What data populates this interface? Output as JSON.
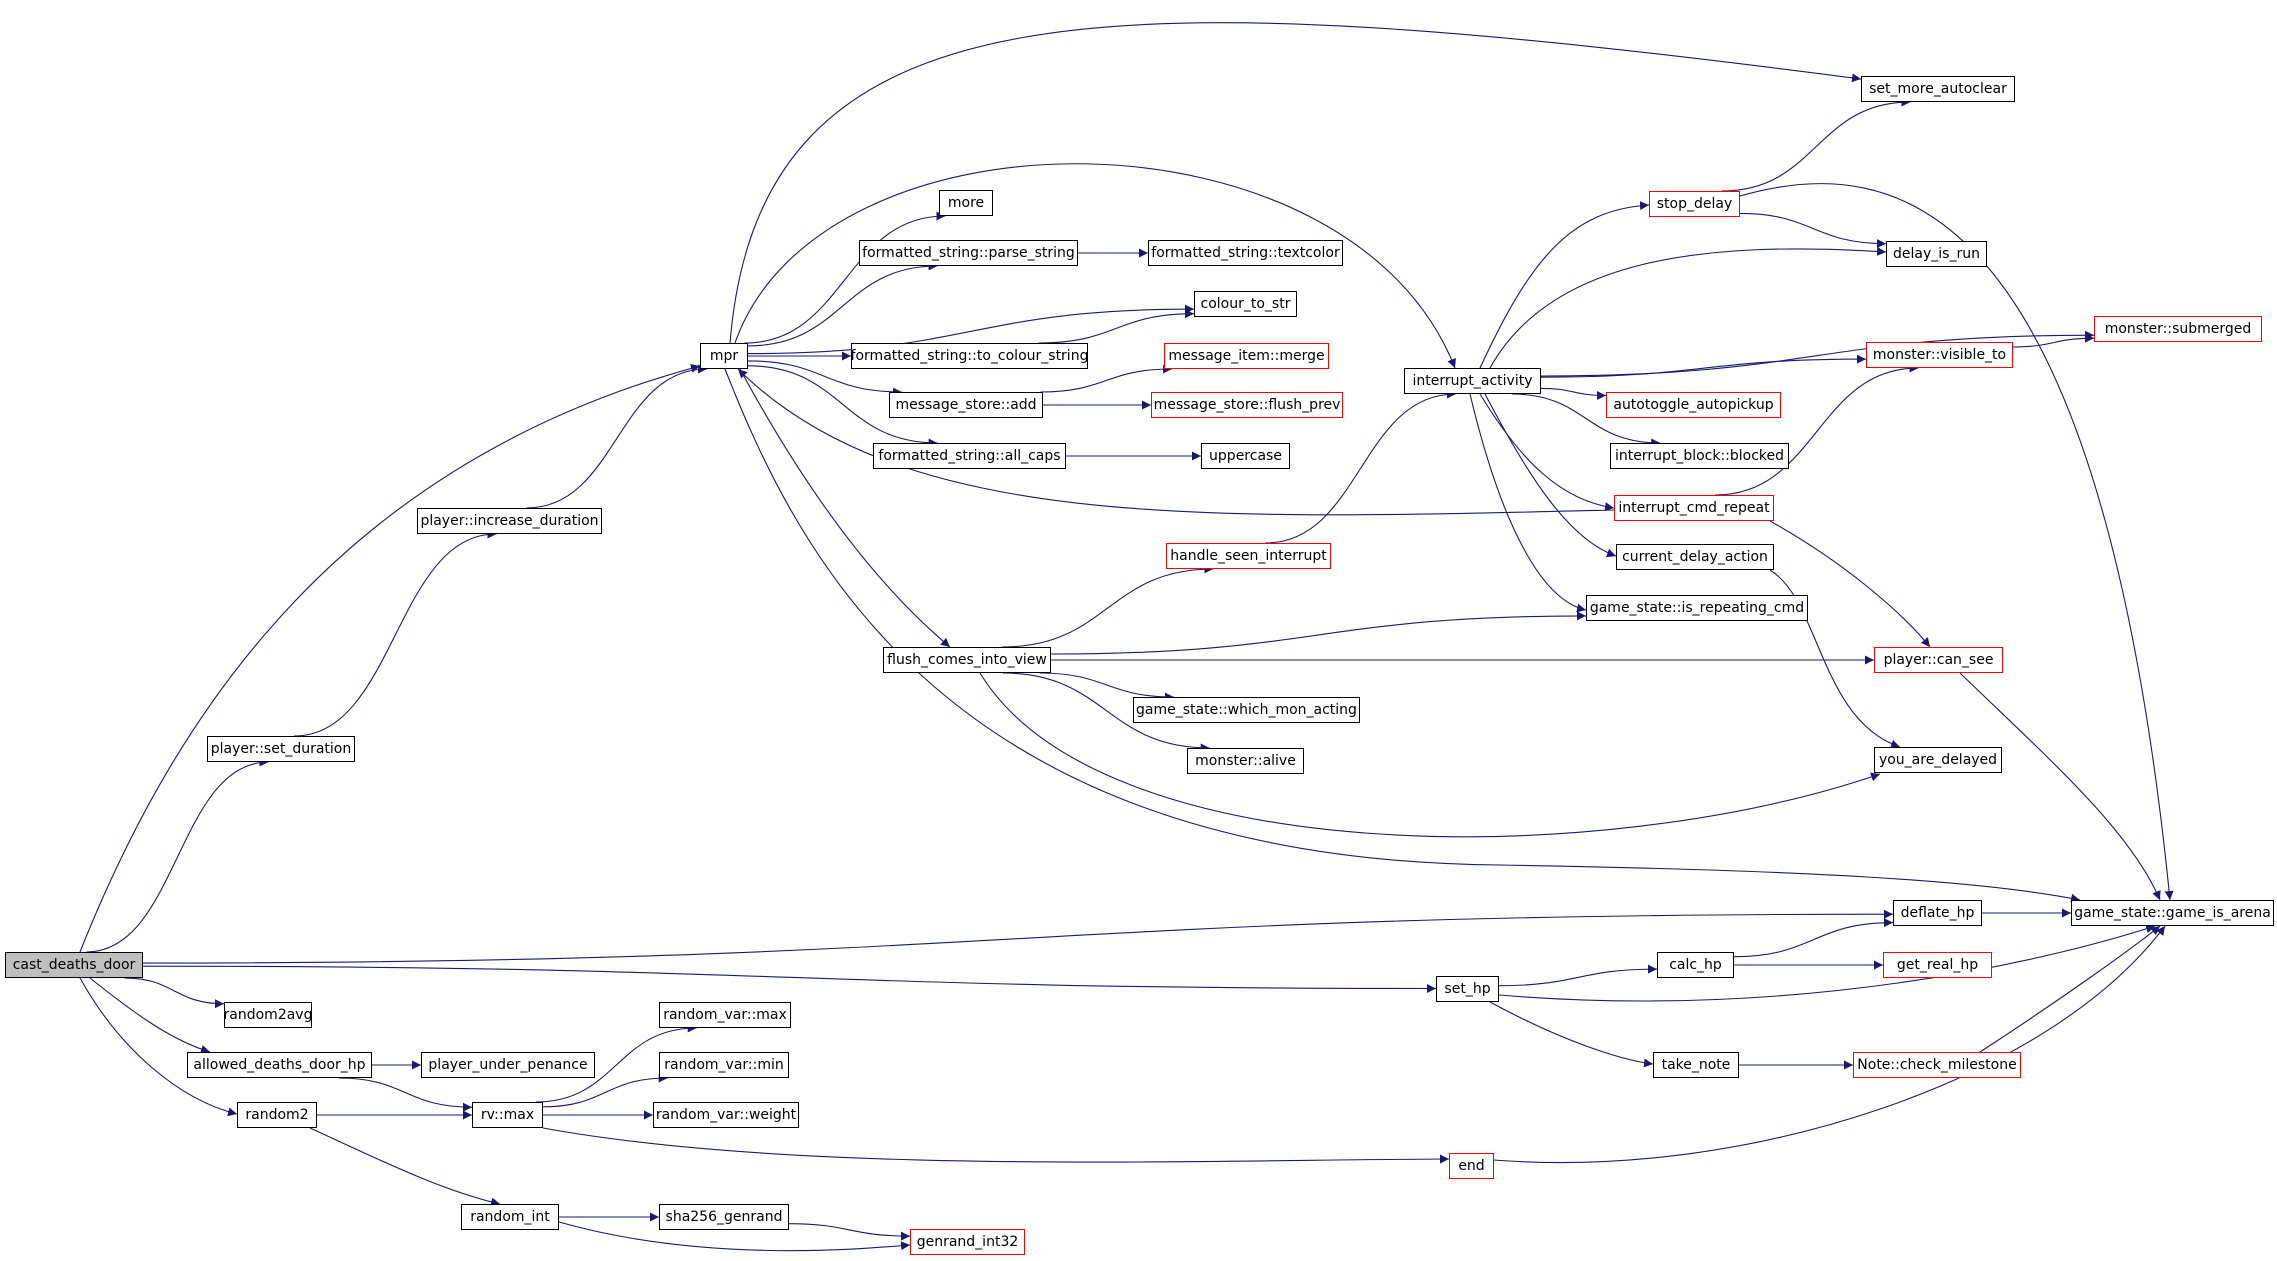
{
  "colors": {
    "edge": "#191970",
    "node_border": "#000000",
    "truncated_border": "#ff0000",
    "root_fill": "#bfbfbf",
    "background": "#ffffff"
  },
  "nodes": [
    {
      "id": "cast_deaths_door",
      "label": "cast_deaths_door",
      "style": "root"
    },
    {
      "id": "mpr",
      "label": "mpr",
      "style": "normal"
    },
    {
      "id": "player_increase_duration",
      "label": "player::increase_duration",
      "style": "normal"
    },
    {
      "id": "player_set_duration",
      "label": "player::set_duration",
      "style": "normal"
    },
    {
      "id": "random2avg",
      "label": "random2avg",
      "style": "normal"
    },
    {
      "id": "allowed_deaths_door_hp",
      "label": "allowed_deaths_door_hp",
      "style": "normal"
    },
    {
      "id": "random2",
      "label": "random2",
      "style": "normal"
    },
    {
      "id": "player_under_penance",
      "label": "player_under_penance",
      "style": "normal"
    },
    {
      "id": "rv_max",
      "label": "rv::max",
      "style": "normal"
    },
    {
      "id": "random_var_max",
      "label": "random_var::max",
      "style": "normal"
    },
    {
      "id": "random_var_min",
      "label": "random_var::min",
      "style": "normal"
    },
    {
      "id": "random_var_weight",
      "label": "random_var::weight",
      "style": "normal"
    },
    {
      "id": "random_int",
      "label": "random_int",
      "style": "normal"
    },
    {
      "id": "sha256_genrand",
      "label": "sha256_genrand",
      "style": "normal"
    },
    {
      "id": "genrand_int32",
      "label": "genrand_int32",
      "style": "truncated"
    },
    {
      "id": "more",
      "label": "more",
      "style": "normal"
    },
    {
      "id": "fs_parse_string",
      "label": "formatted_string::parse_string",
      "style": "normal"
    },
    {
      "id": "fs_textcolor",
      "label": "formatted_string::textcolor",
      "style": "normal"
    },
    {
      "id": "colour_to_str",
      "label": "colour_to_str",
      "style": "normal"
    },
    {
      "id": "fs_to_colour_string",
      "label": "formatted_string::to_colour_string",
      "style": "normal"
    },
    {
      "id": "message_item_merge",
      "label": "message_item::merge",
      "style": "truncated"
    },
    {
      "id": "message_store_add",
      "label": "message_store::add",
      "style": "normal"
    },
    {
      "id": "message_store_flush_prev",
      "label": "message_store::flush_prev",
      "style": "truncated"
    },
    {
      "id": "fs_all_caps",
      "label": "formatted_string::all_caps",
      "style": "normal"
    },
    {
      "id": "uppercase",
      "label": "uppercase",
      "style": "normal"
    },
    {
      "id": "handle_seen_interrupt",
      "label": "handle_seen_interrupt",
      "style": "truncated"
    },
    {
      "id": "flush_comes_into_view",
      "label": "flush_comes_into_view",
      "style": "normal"
    },
    {
      "id": "gs_which_mon_acting",
      "label": "game_state::which_mon_acting",
      "style": "normal"
    },
    {
      "id": "monster_alive",
      "label": "monster::alive",
      "style": "normal"
    },
    {
      "id": "interrupt_activity",
      "label": "interrupt_activity",
      "style": "normal"
    },
    {
      "id": "set_more_autoclear",
      "label": "set_more_autoclear",
      "style": "normal"
    },
    {
      "id": "stop_delay",
      "label": "stop_delay",
      "style": "truncated"
    },
    {
      "id": "delay_is_run",
      "label": "delay_is_run",
      "style": "normal"
    },
    {
      "id": "monster_submerged",
      "label": "monster::submerged",
      "style": "truncated"
    },
    {
      "id": "monster_visible_to",
      "label": "monster::visible_to",
      "style": "truncated"
    },
    {
      "id": "autotoggle_autopickup",
      "label": "autotoggle_autopickup",
      "style": "truncated"
    },
    {
      "id": "interrupt_block_blocked",
      "label": "interrupt_block::blocked",
      "style": "normal"
    },
    {
      "id": "interrupt_cmd_repeat",
      "label": "interrupt_cmd_repeat",
      "style": "truncated"
    },
    {
      "id": "current_delay_action",
      "label": "current_delay_action",
      "style": "normal"
    },
    {
      "id": "gs_is_repeating_cmd",
      "label": "game_state::is_repeating_cmd",
      "style": "normal"
    },
    {
      "id": "player_can_see",
      "label": "player::can_see",
      "style": "truncated"
    },
    {
      "id": "you_are_delayed",
      "label": "you_are_delayed",
      "style": "normal"
    },
    {
      "id": "deflate_hp",
      "label": "deflate_hp",
      "style": "normal"
    },
    {
      "id": "gs_game_is_arena",
      "label": "game_state::game_is_arena",
      "style": "normal"
    },
    {
      "id": "set_hp",
      "label": "set_hp",
      "style": "normal"
    },
    {
      "id": "calc_hp",
      "label": "calc_hp",
      "style": "normal"
    },
    {
      "id": "get_real_hp",
      "label": "get_real_hp",
      "style": "truncated"
    },
    {
      "id": "take_note",
      "label": "take_note",
      "style": "normal"
    },
    {
      "id": "note_check_milestone",
      "label": "Note::check_milestone",
      "style": "truncated"
    },
    {
      "id": "end",
      "label": "end",
      "style": "truncated"
    }
  ],
  "edges": [
    [
      "cast_deaths_door",
      "mpr"
    ],
    [
      "cast_deaths_door",
      "player_set_duration"
    ],
    [
      "cast_deaths_door",
      "random2avg"
    ],
    [
      "cast_deaths_door",
      "allowed_deaths_door_hp"
    ],
    [
      "cast_deaths_door",
      "random2"
    ],
    [
      "cast_deaths_door",
      "deflate_hp"
    ],
    [
      "cast_deaths_door",
      "set_hp"
    ],
    [
      "player_set_duration",
      "player_increase_duration"
    ],
    [
      "player_increase_duration",
      "mpr"
    ],
    [
      "allowed_deaths_door_hp",
      "player_under_penance"
    ],
    [
      "allowed_deaths_door_hp",
      "rv_max"
    ],
    [
      "random2",
      "rv_max"
    ],
    [
      "random2",
      "random_int"
    ],
    [
      "rv_max",
      "random_var_max"
    ],
    [
      "rv_max",
      "random_var_min"
    ],
    [
      "rv_max",
      "random_var_weight"
    ],
    [
      "rv_max",
      "end"
    ],
    [
      "random_int",
      "sha256_genrand"
    ],
    [
      "random_int",
      "genrand_int32"
    ],
    [
      "sha256_genrand",
      "genrand_int32"
    ],
    [
      "mpr",
      "more"
    ],
    [
      "mpr",
      "fs_parse_string"
    ],
    [
      "mpr",
      "colour_to_str"
    ],
    [
      "mpr",
      "fs_to_colour_string"
    ],
    [
      "mpr",
      "message_store_add"
    ],
    [
      "mpr",
      "fs_all_caps"
    ],
    [
      "mpr",
      "flush_comes_into_view"
    ],
    [
      "mpr",
      "interrupt_activity"
    ],
    [
      "mpr",
      "set_more_autoclear"
    ],
    [
      "mpr",
      "gs_game_is_arena"
    ],
    [
      "fs_parse_string",
      "fs_textcolor"
    ],
    [
      "fs_to_colour_string",
      "colour_to_str"
    ],
    [
      "message_store_add",
      "message_item_merge"
    ],
    [
      "message_store_add",
      "message_store_flush_prev"
    ],
    [
      "fs_all_caps",
      "uppercase"
    ],
    [
      "flush_comes_into_view",
      "handle_seen_interrupt"
    ],
    [
      "flush_comes_into_view",
      "gs_is_repeating_cmd"
    ],
    [
      "flush_comes_into_view",
      "player_can_see"
    ],
    [
      "flush_comes_into_view",
      "gs_which_mon_acting"
    ],
    [
      "flush_comes_into_view",
      "monster_alive"
    ],
    [
      "flush_comes_into_view",
      "you_are_delayed"
    ],
    [
      "handle_seen_interrupt",
      "interrupt_activity"
    ],
    [
      "interrupt_activity",
      "stop_delay"
    ],
    [
      "interrupt_activity",
      "delay_is_run"
    ],
    [
      "interrupt_activity",
      "monster_submerged"
    ],
    [
      "interrupt_activity",
      "monster_visible_to"
    ],
    [
      "interrupt_activity",
      "autotoggle_autopickup"
    ],
    [
      "interrupt_activity",
      "interrupt_block_blocked"
    ],
    [
      "interrupt_activity",
      "interrupt_cmd_repeat"
    ],
    [
      "interrupt_activity",
      "current_delay_action"
    ],
    [
      "interrupt_activity",
      "gs_is_repeating_cmd"
    ],
    [
      "interrupt_cmd_repeat",
      "mpr"
    ],
    [
      "interrupt_cmd_repeat",
      "monster_visible_to"
    ],
    [
      "interrupt_cmd_repeat",
      "player_can_see"
    ],
    [
      "stop_delay",
      "set_more_autoclear"
    ],
    [
      "stop_delay",
      "delay_is_run"
    ],
    [
      "stop_delay",
      "gs_game_is_arena"
    ],
    [
      "monster_visible_to",
      "monster_submerged"
    ],
    [
      "current_delay_action",
      "you_are_delayed"
    ],
    [
      "player_can_see",
      "gs_game_is_arena"
    ],
    [
      "deflate_hp",
      "gs_game_is_arena"
    ],
    [
      "set_hp",
      "calc_hp"
    ],
    [
      "set_hp",
      "take_note"
    ],
    [
      "set_hp",
      "gs_game_is_arena"
    ],
    [
      "calc_hp",
      "deflate_hp"
    ],
    [
      "calc_hp",
      "get_real_hp"
    ],
    [
      "take_note",
      "note_check_milestone"
    ],
    [
      "note_check_milestone",
      "gs_game_is_arena"
    ],
    [
      "end",
      "gs_game_is_arena"
    ]
  ]
}
